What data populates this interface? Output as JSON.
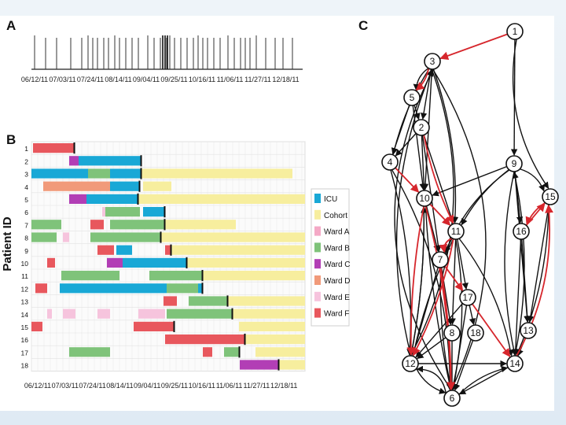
{
  "panels": {
    "a": "A",
    "b": "B",
    "c": "C"
  },
  "timeline_dates": [
    "06/12/11",
    "07/03/11",
    "07/24/11",
    "08/14/11",
    "09/04/11",
    "09/25/11",
    "10/16/11",
    "11/06/11",
    "11/27/11",
    "12/18/11"
  ],
  "patient_axis_label": "Patient ID",
  "patient_ids": [
    "1",
    "2",
    "3",
    "4",
    "5",
    "6",
    "7",
    "8",
    "9",
    "10",
    "11",
    "12",
    "13",
    "14",
    "15",
    "16",
    "17",
    "18"
  ],
  "legend": [
    {
      "label": "ICU",
      "color": "#19a8d6"
    },
    {
      "label": "Cohort",
      "color": "#f7ee9e"
    },
    {
      "label": "Ward A",
      "color": "#f4a9c6"
    },
    {
      "label": "Ward B",
      "color": "#7fc37a"
    },
    {
      "label": "Ward C",
      "color": "#b23eb5"
    },
    {
      "label": "Ward D",
      "color": "#f19a7a"
    },
    {
      "label": "Ward E",
      "color": "#f6c4dd"
    },
    {
      "label": "Ward F",
      "color": "#e8575d"
    }
  ],
  "network_nodes": [
    "1",
    "2",
    "3",
    "4",
    "5",
    "6",
    "7",
    "8",
    "9",
    "10",
    "11",
    "12",
    "13",
    "14",
    "15",
    "16",
    "17",
    "18"
  ]
}
